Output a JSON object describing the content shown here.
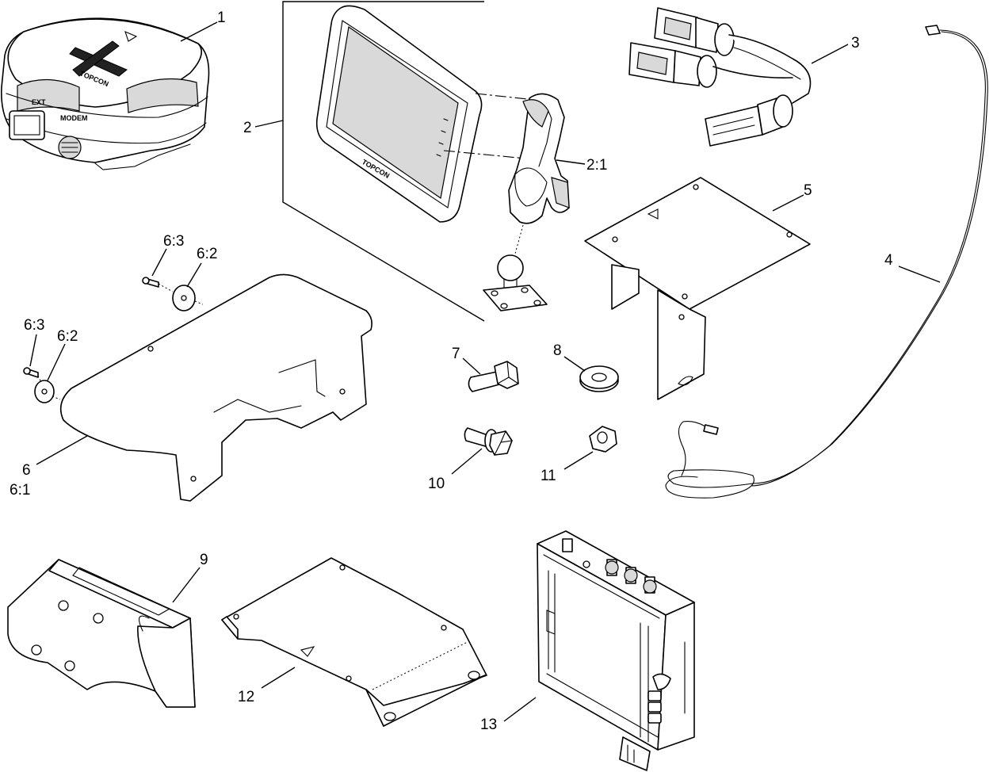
{
  "labels": {
    "l1": "1",
    "l2": "2",
    "l2_1": "2:1",
    "l3": "3",
    "l4": "4",
    "l5": "5",
    "l6": "6",
    "l6_1": "6:1",
    "l6_2a": "6:2",
    "l6_3a": "6:3",
    "l6_2b": "6:2",
    "l6_3b": "6:3",
    "l7": "7",
    "l8": "8",
    "l9": "9",
    "l10": "10",
    "l11": "11",
    "l12": "12",
    "l13": "13"
  },
  "receiver_marks": {
    "brand": "TOPCON",
    "port_left": "EXT",
    "port_right": "MODEM"
  },
  "display_brand": "TOPCON"
}
